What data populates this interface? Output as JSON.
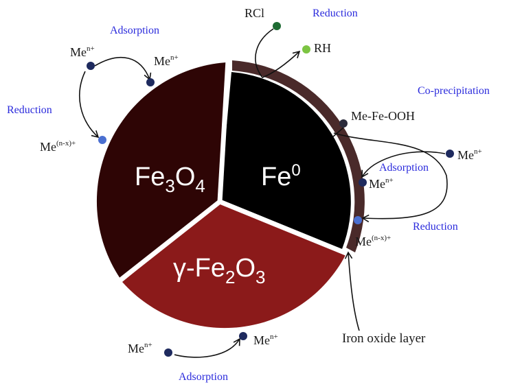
{
  "segments": {
    "fe3o4": {
      "main": "Fe",
      "sub1": "3",
      "mid": "O",
      "sub2": "4",
      "color": "#2e0505"
    },
    "fe0": {
      "main": "Fe",
      "sup": "0",
      "color": "#000000"
    },
    "gfe2o3": {
      "prefix": "γ-Fe",
      "sub1": "2",
      "mid": "O",
      "sub2": "3",
      "color": "#8b1a1a"
    }
  },
  "oxide_layer_color": "#4a2a2a",
  "process_labels": {
    "adsorption_top": "Adsorption",
    "reduction_left": "Reduction",
    "reduction_top": "Reduction",
    "coprecipitation": "Co-precipitation",
    "adsorption_right": "Adsorption",
    "reduction_right": "Reduction",
    "adsorption_bottom": "Adsorption"
  },
  "species": {
    "me": "Me",
    "n_plus": "n+",
    "nx_plus": "(n-x)+",
    "rcl": "RCl",
    "rh": "RH",
    "me_fe_ooh": "Me-Fe-OOH"
  },
  "annotations": {
    "iron_oxide_layer": "Iron oxide layer"
  },
  "colors": {
    "process_text": "#2a2adc",
    "metal_dot": "#1e2a5e",
    "reduced_dot": "#4a6fd0",
    "rcl_dot": "#1e6b33",
    "rh_dot": "#7cc442"
  }
}
